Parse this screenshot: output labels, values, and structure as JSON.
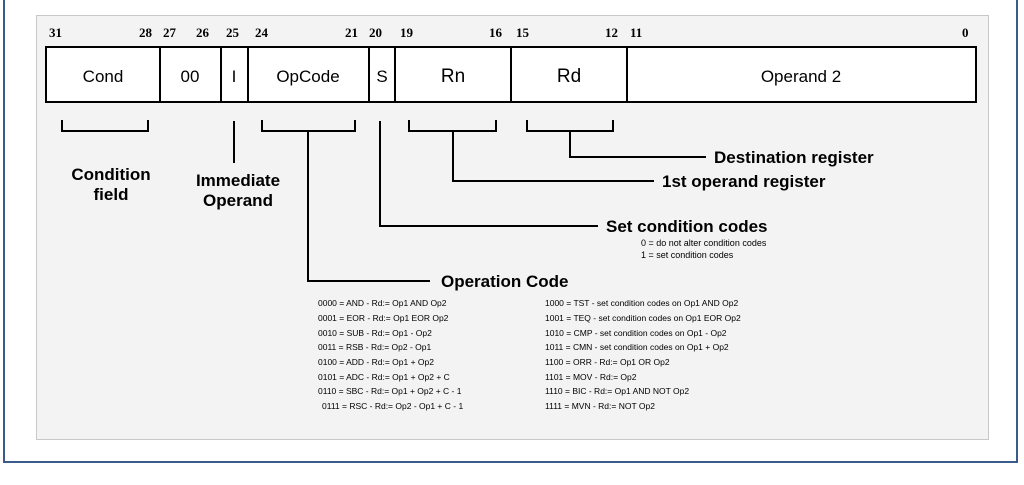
{
  "bit_numbers": [
    "31",
    "28",
    "27",
    "26",
    "25",
    "24",
    "21",
    "20",
    "19",
    "16",
    "15",
    "12",
    "11",
    "0"
  ],
  "fields": [
    "Cond",
    "00",
    "I",
    "OpCode",
    "S",
    "Rn",
    "Rd",
    "Operand 2"
  ],
  "labels": {
    "condition_line1": "Condition",
    "condition_line2": "field",
    "immediate_line1": "Immediate",
    "immediate_line2": "Operand",
    "destination": "Destination register",
    "first_operand": "1st operand register",
    "set_condition": "Set condition codes",
    "set_condition_0": "0 = do not alter condition codes",
    "set_condition_1": "1 = set condition codes",
    "operation_code": "Operation Code"
  },
  "opcodes_left": [
    "0000 = AND - Rd:= Op1 AND Op2",
    "0001 = EOR - Rd:= Op1 EOR Op2",
    "0010 = SUB - Rd:= Op1 - Op2",
    "0011 = RSB - Rd:= Op2 - Op1",
    "0100 = ADD - Rd:= Op1 + Op2",
    "0101 = ADC - Rd:= Op1 + Op2 + C",
    "0110 = SBC - Rd:= Op1 + Op2 + C - 1",
    "0111 = RSC - Rd:= Op2 - Op1 + C - 1"
  ],
  "opcodes_right": [
    "1000 = TST - set condition codes on Op1 AND Op2",
    "1001 = TEQ - set condition codes on Op1 EOR Op2",
    "1010 = CMP - set condition codes on Op1 - Op2",
    "1011 = CMN - set condition codes on Op1 + Op2",
    "1100 = ORR - Rd:= Op1 OR Op2",
    "1101 = MOV - Rd:= Op2",
    "1110 = BIC - Rd:= Op1 AND NOT Op2",
    "1111 = MVN - Rd:= NOT Op2"
  ]
}
